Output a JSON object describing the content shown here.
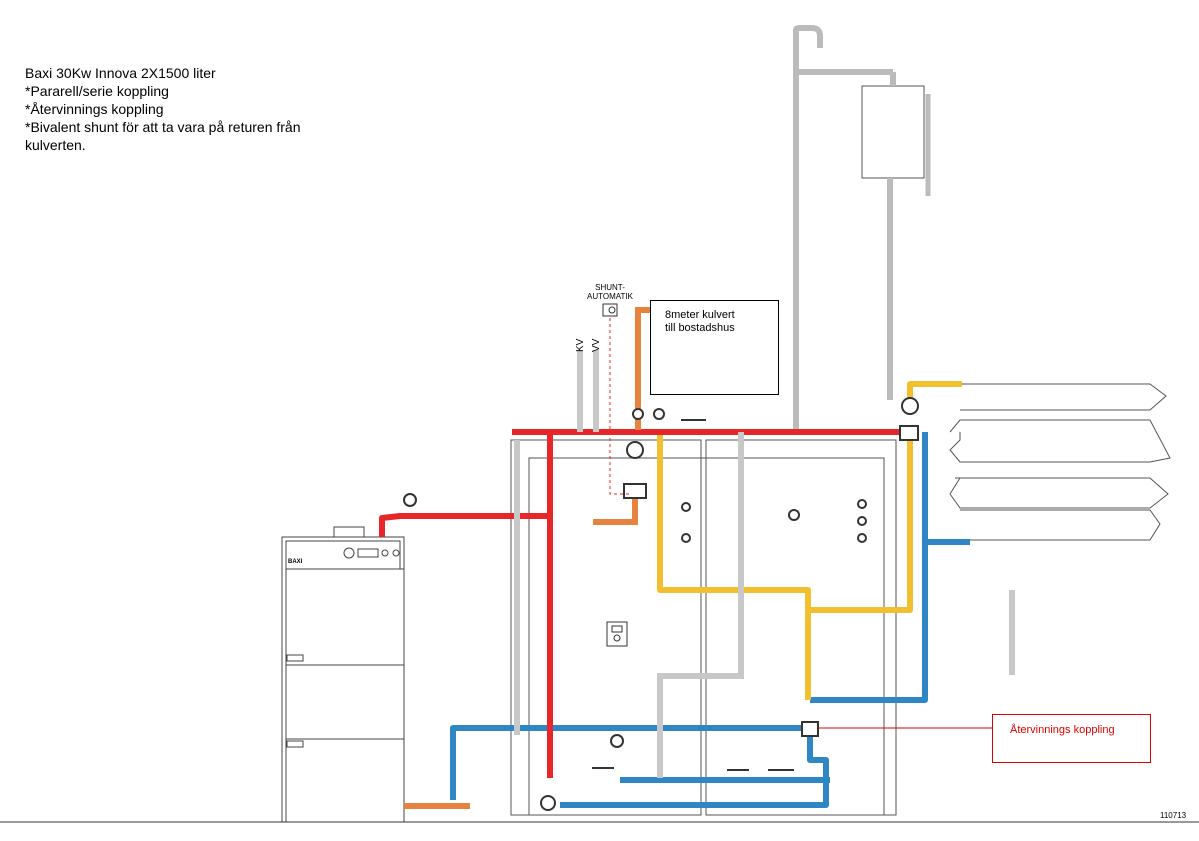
{
  "notes": {
    "line1": "Baxi 30Kw Innova 2X1500 liter",
    "line2": "*Pararell/serie koppling",
    "line3": "*Återvinnings koppling",
    "line4": "*Bivalent shunt för att ta vara på returen från",
    "line5": "kulverten."
  },
  "labels": {
    "shunt_line1": "SHUNT-",
    "shunt_line2": "AUTOMATIK",
    "kv": "KV",
    "vv": "VV",
    "kulvert_line1": "8meter kulvert",
    "kulvert_line2": "till bostadshus",
    "atervinning": "Återvinnings koppling",
    "drawing_number": "110713",
    "boiler_brand": "BAXI"
  },
  "colors": {
    "hot_pipe": "#e8262a",
    "cold_pipe": "#2f86c4",
    "mixed_pipe": "#f2c02e",
    "orange_pipe": "#e6843f",
    "outline": "#555555",
    "annotation_red": "#dd0000"
  }
}
